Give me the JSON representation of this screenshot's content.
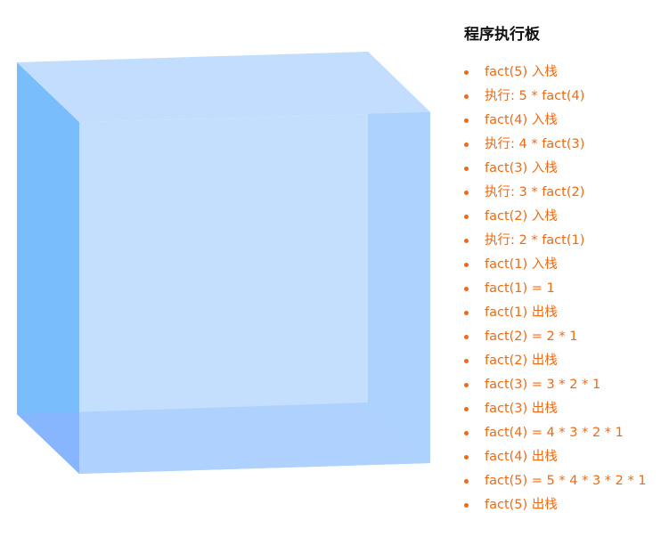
{
  "panel": {
    "title": "程序执行板",
    "steps": [
      "fact(5) 入栈",
      "执行: 5 * fact(4)",
      "fact(4) 入栈",
      "执行: 4 * fact(3)",
      "fact(3) 入栈",
      "执行: 3 * fact(2)",
      "fact(2) 入栈",
      "执行: 2 * fact(1)",
      "fact(1) 入栈",
      "fact(1) = 1",
      "fact(1) 出栈",
      "fact(2) = 2 * 1",
      "fact(2) 出栈",
      "fact(3) = 3 * 2 * 1",
      "fact(3) 出栈",
      "fact(4) = 4 * 3 * 2 * 1",
      "fact(4) 出栈",
      "fact(5) = 5 * 4 * 3 * 2 * 1",
      "fact(5) 出栈"
    ],
    "accent_color": "#ee6a14"
  },
  "stack_visual": {
    "type": "transparent-3d-cube",
    "color": "#90c6ff"
  }
}
